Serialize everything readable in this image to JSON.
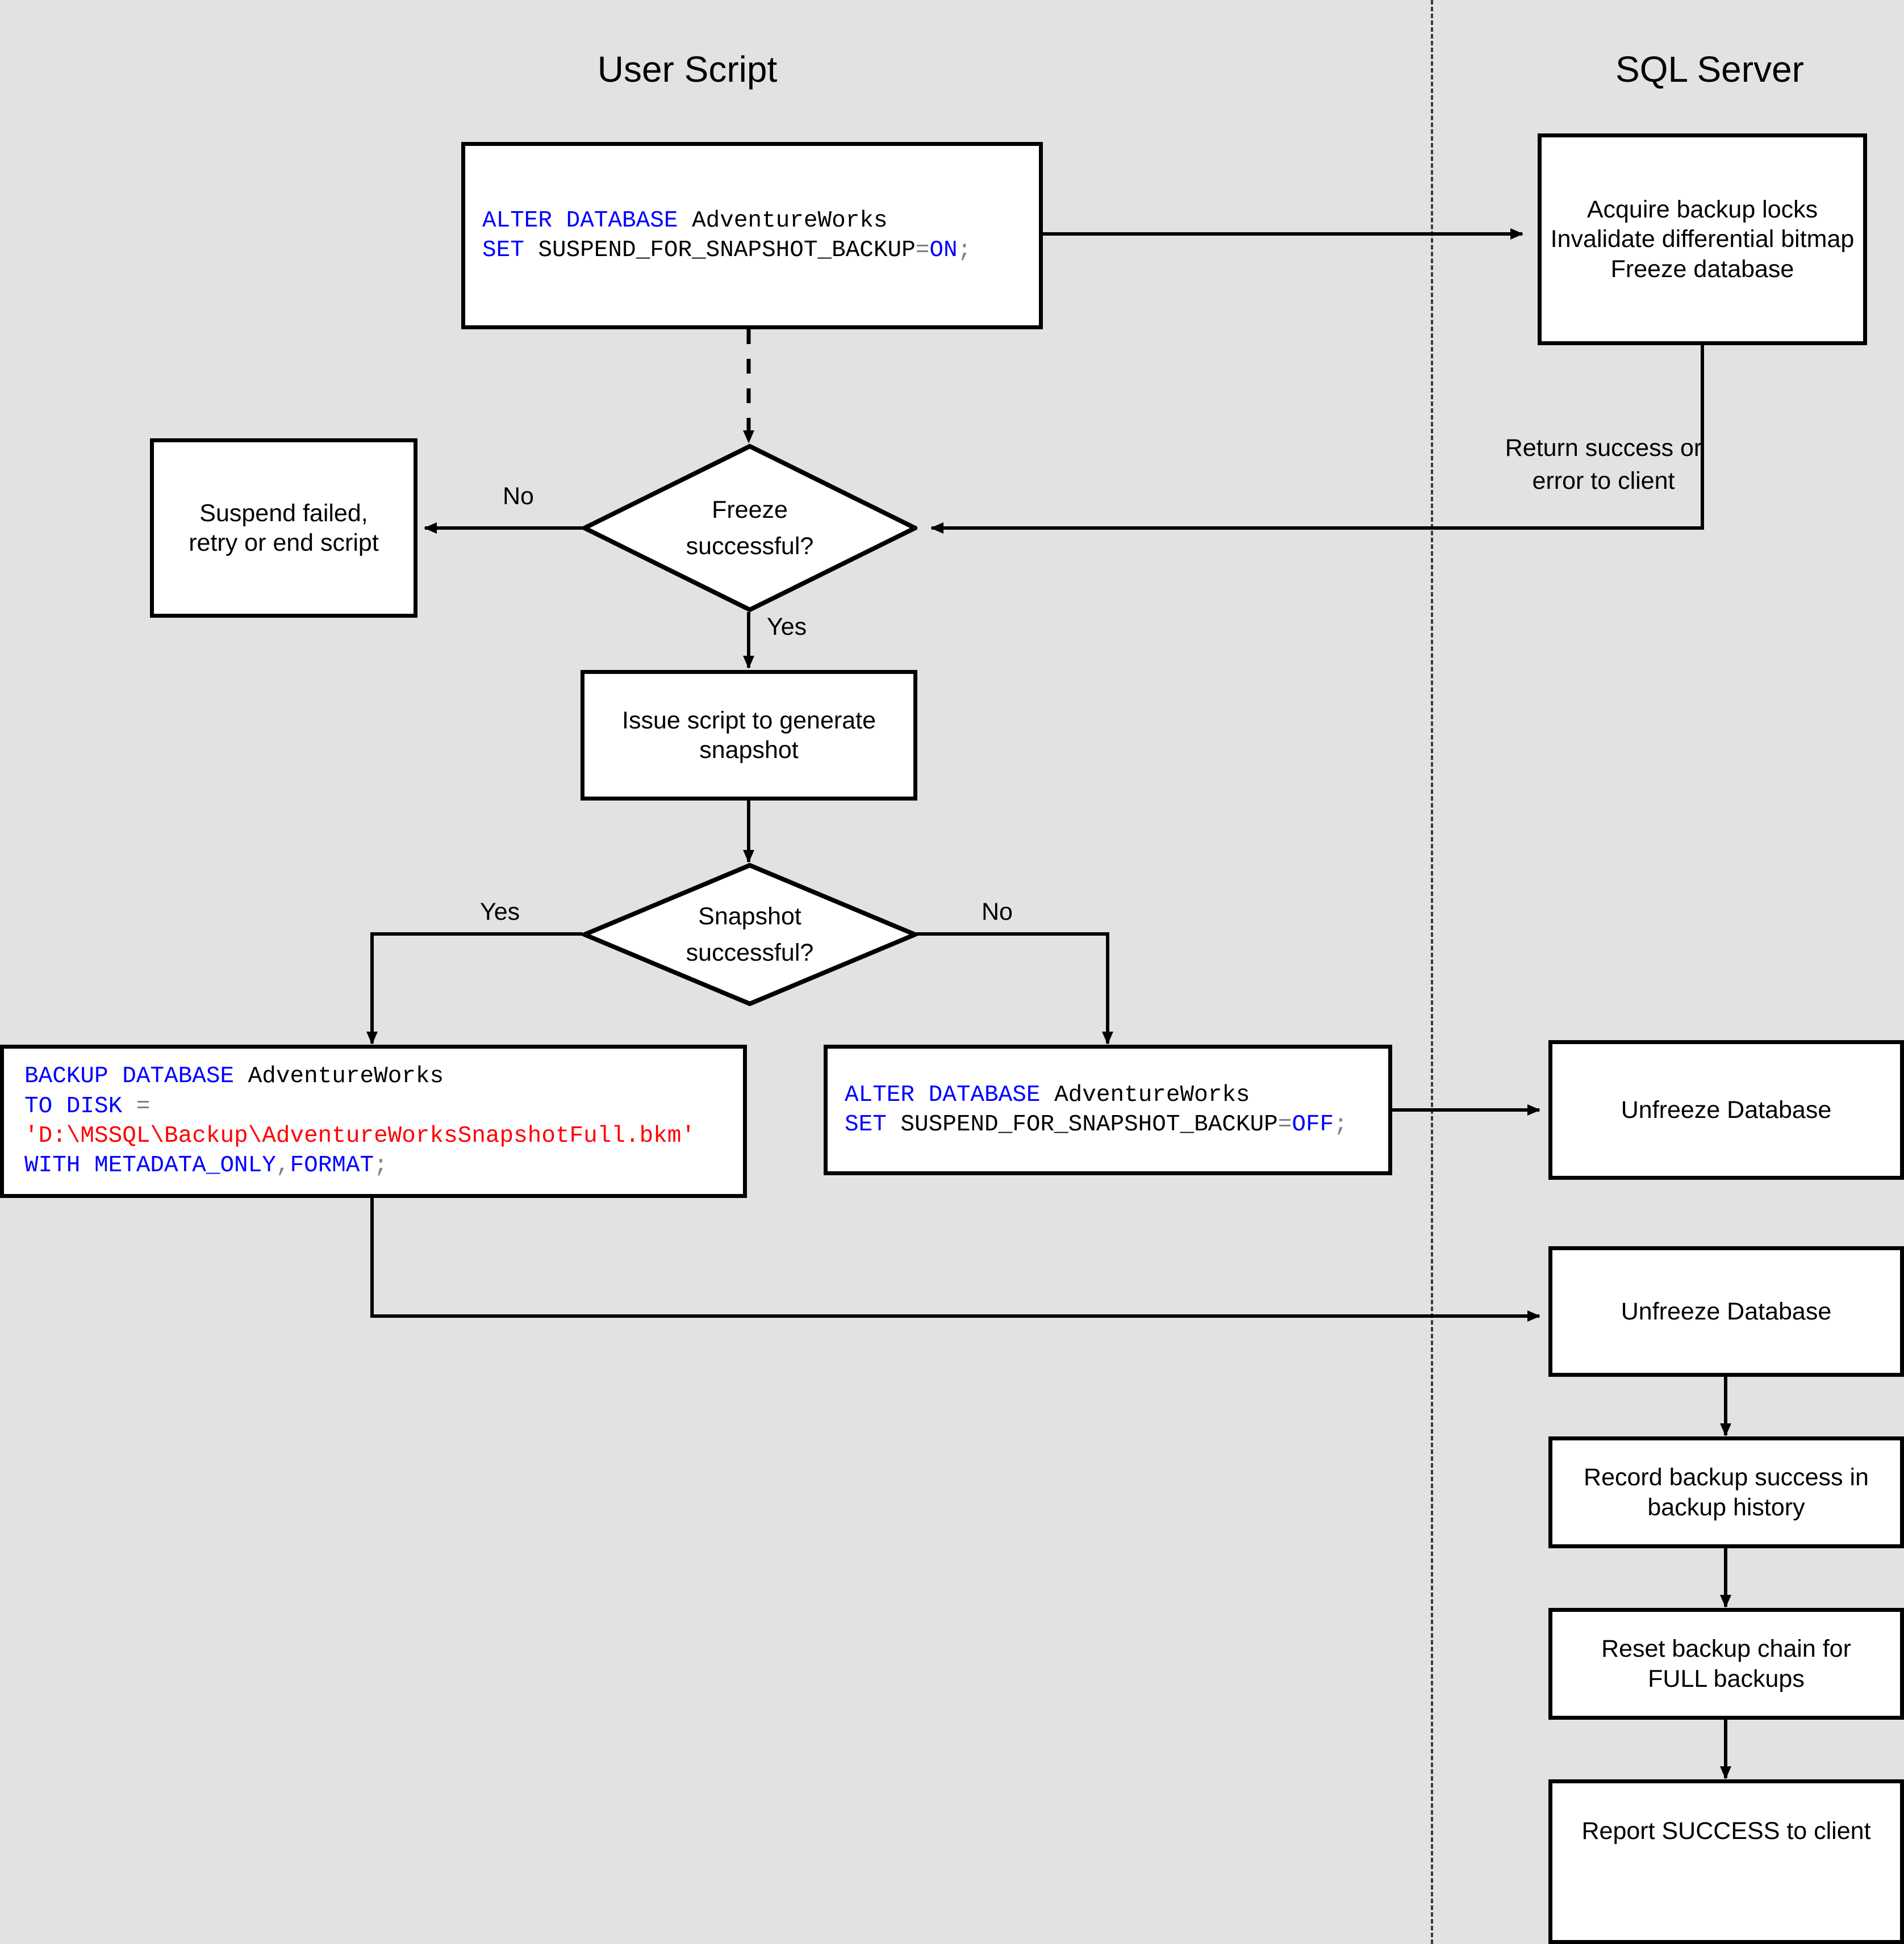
{
  "diagram": {
    "title_user": "User Script",
    "title_server": "SQL Server",
    "background": "#e2e2e2",
    "stroke": "#000000",
    "fill": "#ffffff",
    "keyword_color": "#0000ff",
    "string_color": "#ff0000",
    "punct_color": "#808080"
  },
  "lanes": [
    {
      "name": "user-script",
      "label": "User Script"
    },
    {
      "name": "sql-server",
      "label": "SQL Server"
    }
  ],
  "nodes": {
    "alter_on": {
      "type": "code",
      "lines": [
        [
          {
            "t": "ALTER DATABASE",
            "c": "kw"
          },
          {
            "t": " AdventureWorks",
            "c": "id"
          }
        ],
        [
          {
            "t": "SET",
            "c": "kw"
          },
          {
            "t": " SUSPEND_FOR_SNAPSHOT_BACKUP",
            "c": "id"
          },
          {
            "t": "=",
            "c": "op"
          },
          {
            "t": "ON",
            "c": "kw"
          },
          {
            "t": ";",
            "c": "punct"
          }
        ]
      ],
      "plain": "ALTER DATABASE AdventureWorks\nSET SUSPEND_FOR_SNAPSHOT_BACKUP=ON;"
    },
    "acquire_locks": {
      "type": "process",
      "label": "Acquire backup locks\nInvalidate differential bitmap\nFreeze database"
    },
    "suspend_failed": {
      "type": "process",
      "label": "Suspend failed,\nretry or end script"
    },
    "freeze_decision": {
      "type": "decision",
      "label": "Freeze\nsuccessful?"
    },
    "issue_script": {
      "type": "process",
      "label": "Issue script to generate snapshot"
    },
    "snapshot_decision": {
      "type": "decision",
      "label": "Snapshot\nsuccessful?"
    },
    "backup_db": {
      "type": "code",
      "lines": [
        [
          {
            "t": "BACKUP DATABASE",
            "c": "kw"
          },
          {
            "t": " AdventureWorks",
            "c": "id"
          }
        ],
        [
          {
            "t": "TO DISK",
            "c": "kw"
          },
          {
            "t": " ",
            "c": "id"
          },
          {
            "t": "=",
            "c": "op"
          }
        ],
        [
          {
            "t": "'D:\\MSSQL\\Backup\\AdventureWorksSnapshotFull.bkm'",
            "c": "str"
          }
        ],
        [
          {
            "t": "WITH METADATA_ONLY",
            "c": "kw"
          },
          {
            "t": ",",
            "c": "punct"
          },
          {
            "t": "FORMAT",
            "c": "kw"
          },
          {
            "t": ";",
            "c": "punct"
          }
        ]
      ],
      "plain": "BACKUP DATABASE AdventureWorks\nTO DISK =\n'D:\\MSSQL\\Backup\\AdventureWorksSnapshotFull.bkm'\nWITH METADATA_ONLY,FORMAT;"
    },
    "alter_off": {
      "type": "code",
      "lines": [
        [
          {
            "t": "ALTER DATABASE",
            "c": "kw"
          },
          {
            "t": " AdventureWorks",
            "c": "id"
          }
        ],
        [
          {
            "t": "SET",
            "c": "kw"
          },
          {
            "t": " SUSPEND_FOR_SNAPSHOT_BACKUP",
            "c": "id"
          },
          {
            "t": "=",
            "c": "op"
          },
          {
            "t": "OFF",
            "c": "kw"
          },
          {
            "t": ";",
            "c": "punct"
          }
        ]
      ],
      "plain": "ALTER DATABASE AdventureWorks\nSET SUSPEND_FOR_SNAPSHOT_BACKUP=OFF;"
    },
    "unfreeze_1": {
      "type": "process",
      "label": "Unfreeze Database"
    },
    "unfreeze_2": {
      "type": "process",
      "label": "Unfreeze Database"
    },
    "record_backup": {
      "type": "process",
      "label": "Record backup success in backup history"
    },
    "reset_chain": {
      "type": "process",
      "label": "Reset backup chain for FULL backups"
    },
    "report_success": {
      "type": "process",
      "label": "Report SUCCESS to client"
    }
  },
  "edge_labels": {
    "freeze_no": "No",
    "freeze_yes": "Yes",
    "snapshot_yes": "Yes",
    "snapshot_no": "No",
    "return_status": "Return success or\nerror to client"
  }
}
